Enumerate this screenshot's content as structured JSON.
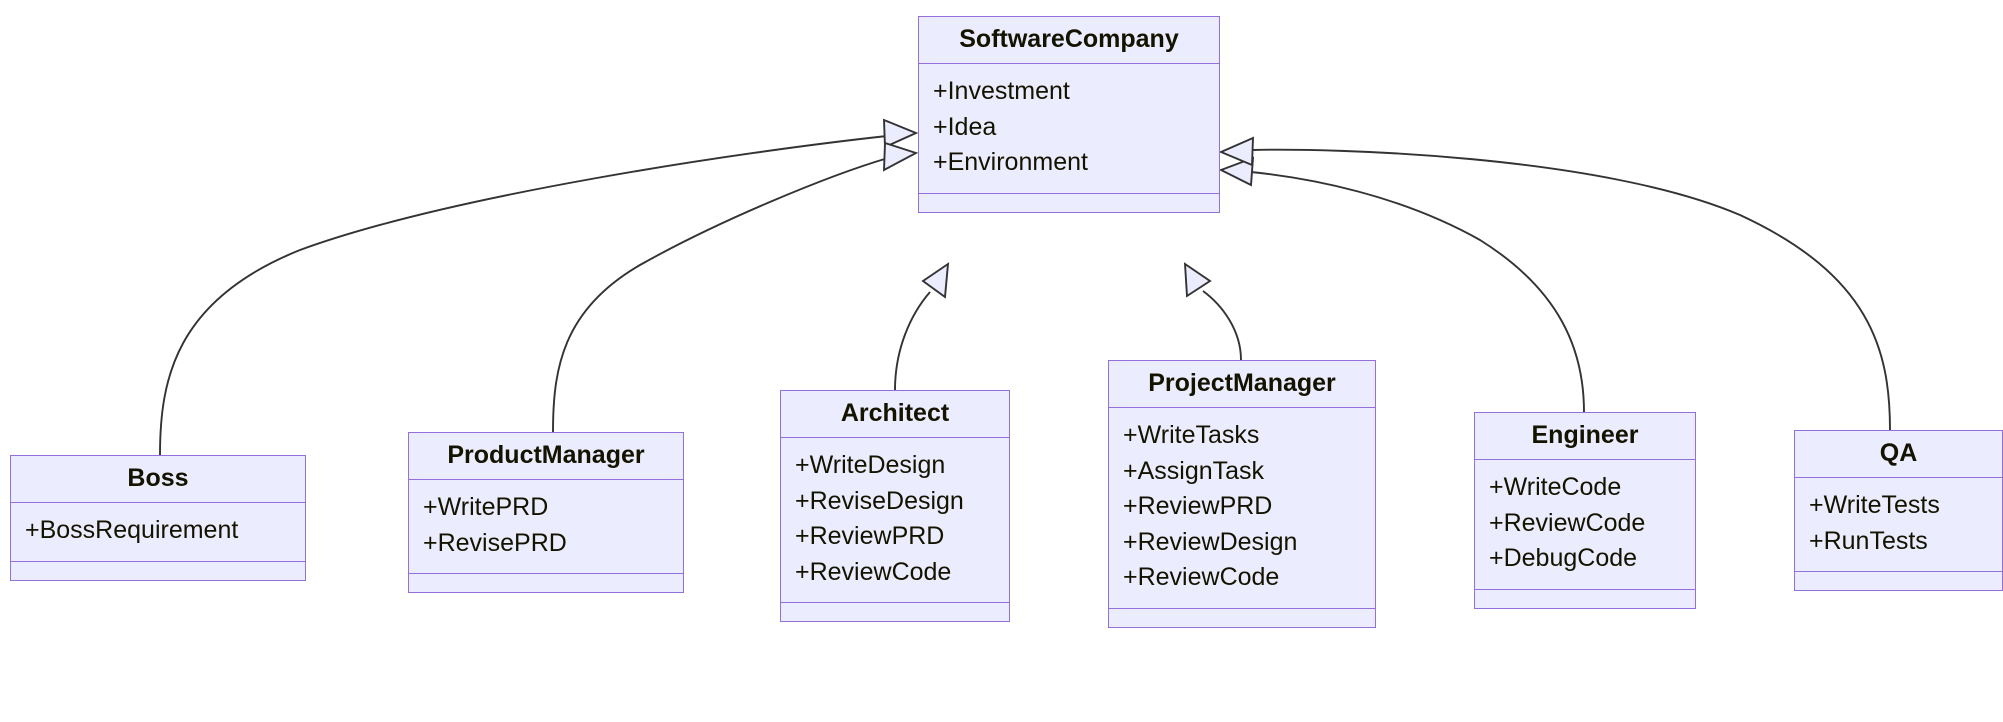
{
  "diagram": {
    "kind": "uml-class-diagram",
    "relationship_type": "inheritance",
    "colors": {
      "node_fill": "#ECECFF",
      "node_border": "#9370DB",
      "text": "#131300",
      "edge": "#333333",
      "background": "#ffffff"
    }
  },
  "classes": {
    "software_company": {
      "name": "SoftwareCompany",
      "attributes": [
        "+Investment",
        "+Idea",
        "+Environment"
      ],
      "methods": []
    },
    "boss": {
      "name": "Boss",
      "attributes": [
        "+BossRequirement"
      ],
      "methods": []
    },
    "product_manager": {
      "name": "ProductManager",
      "attributes": [
        "+WritePRD",
        "+RevisePRD"
      ],
      "methods": []
    },
    "architect": {
      "name": "Architect",
      "attributes": [
        "+WriteDesign",
        "+ReviseDesign",
        "+ReviewPRD",
        "+ReviewCode"
      ],
      "methods": []
    },
    "project_manager": {
      "name": "ProjectManager",
      "attributes": [
        "+WriteTasks",
        "+AssignTask",
        "+ReviewPRD",
        "+ReviewDesign",
        "+ReviewCode"
      ],
      "methods": []
    },
    "engineer": {
      "name": "Engineer",
      "attributes": [
        "+WriteCode",
        "+ReviewCode",
        "+DebugCode"
      ],
      "methods": []
    },
    "qa": {
      "name": "QA",
      "attributes": [
        "+WriteTests",
        "+RunTests"
      ],
      "methods": []
    }
  },
  "relationships": [
    {
      "from": "Boss",
      "to": "SoftwareCompany",
      "type": "inheritance"
    },
    {
      "from": "ProductManager",
      "to": "SoftwareCompany",
      "type": "inheritance"
    },
    {
      "from": "Architect",
      "to": "SoftwareCompany",
      "type": "inheritance"
    },
    {
      "from": "ProjectManager",
      "to": "SoftwareCompany",
      "type": "inheritance"
    },
    {
      "from": "Engineer",
      "to": "SoftwareCompany",
      "type": "inheritance"
    },
    {
      "from": "QA",
      "to": "SoftwareCompany",
      "type": "inheritance"
    }
  ]
}
